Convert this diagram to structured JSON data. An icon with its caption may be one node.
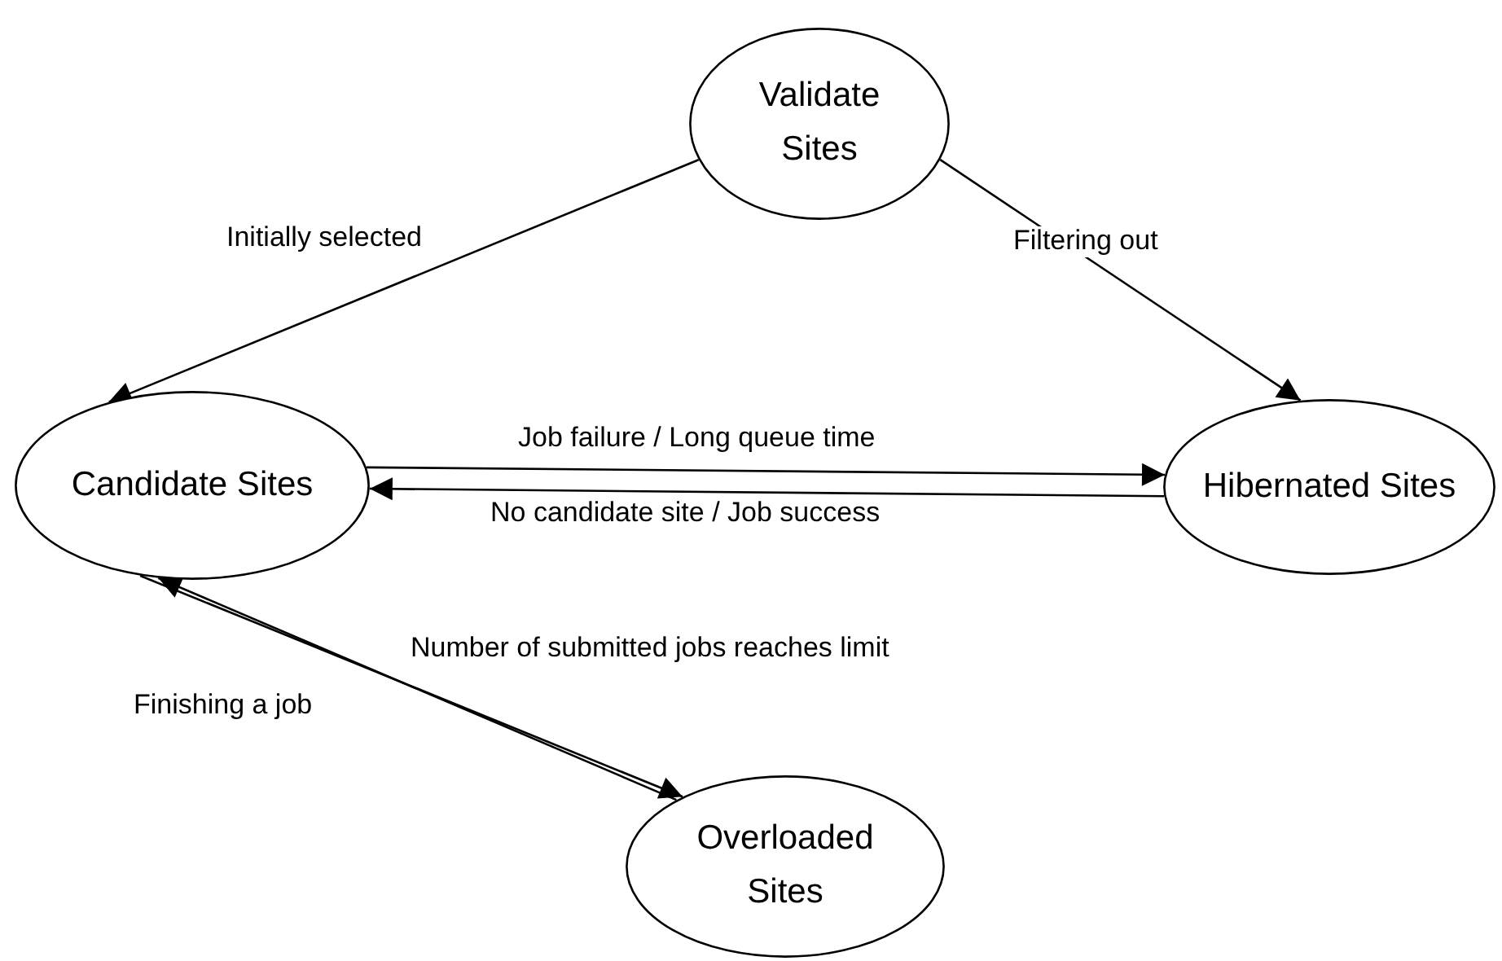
{
  "diagram": {
    "nodes": [
      {
        "text": [
          "Validate Sites"
        ]
      },
      {
        "text": [
          "Candidate Sites"
        ]
      },
      {
        "text": [
          "Hibernated Sites"
        ]
      },
      {
        "text": [
          "Overloaded Sites"
        ]
      }
    ],
    "edges": [
      {
        "from": 0,
        "to": 1,
        "arrow": "to",
        "label": "Initially selected"
      },
      {
        "from": 0,
        "to": 2,
        "arrow": "to",
        "label": "Filtering out"
      },
      {
        "from": 1,
        "to": 2,
        "arrow": "to",
        "label": "Job failure / Long queue time"
      },
      {
        "from": 2,
        "to": 1,
        "arrow": "to",
        "label": "No candidate site / Job success"
      },
      {
        "from": 1,
        "to": 3,
        "arrow": "to",
        "label": "Number of submitted jobs reaches limit"
      },
      {
        "from": 3,
        "to": 1,
        "arrow": "to",
        "label": "Finishing a job"
      }
    ]
  }
}
